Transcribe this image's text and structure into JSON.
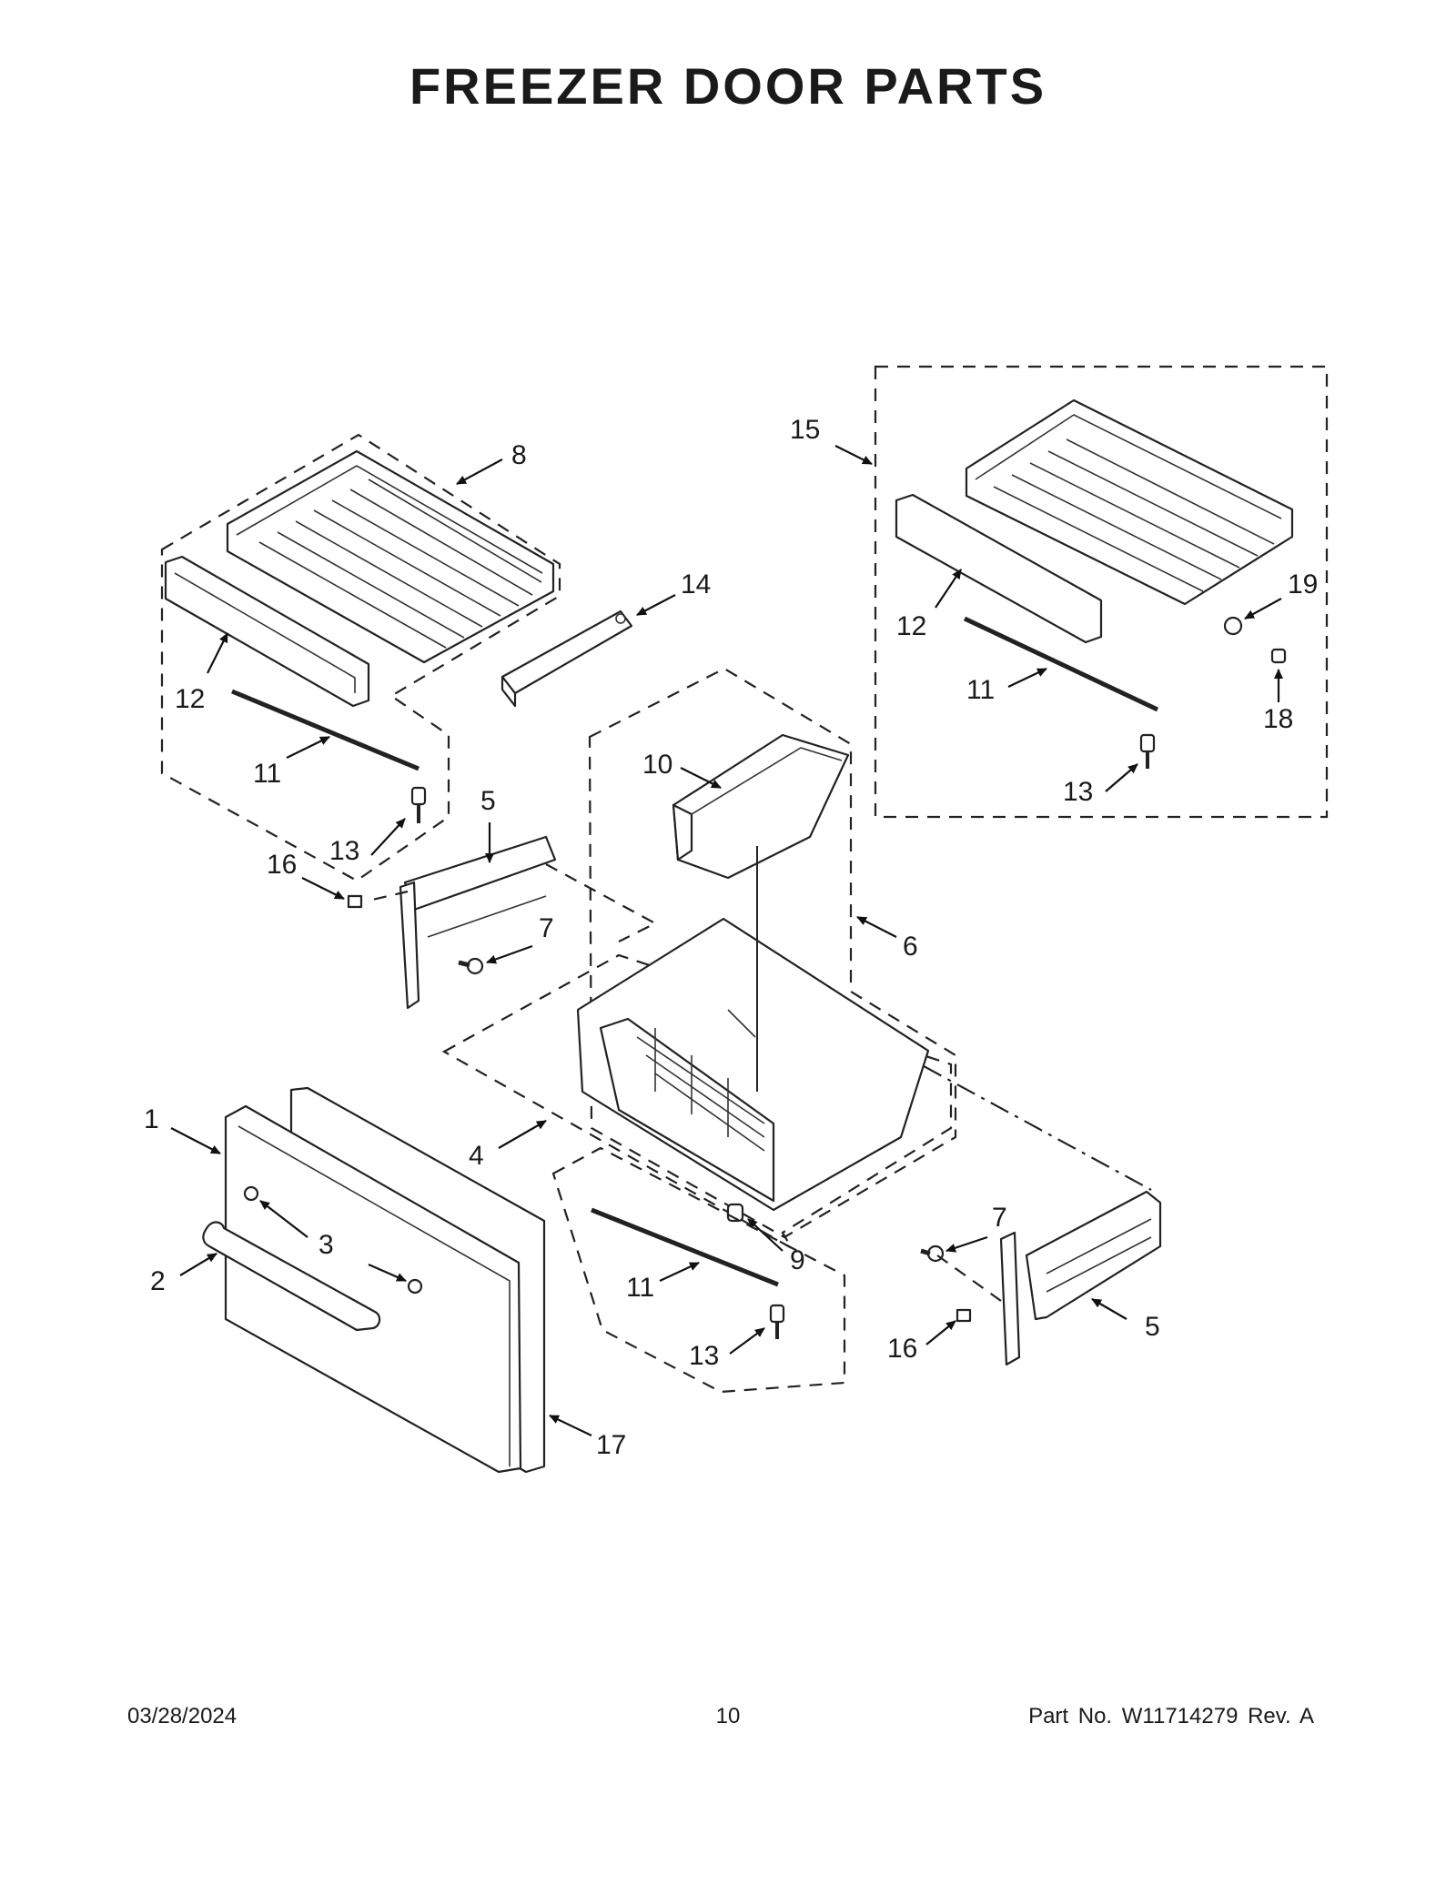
{
  "page": {
    "title": "FREEZER DOOR PARTS",
    "footer": {
      "date": "03/28/2024",
      "page_number": "10",
      "part_number": "Part No.  W11714279  Rev.  A"
    }
  },
  "diagram": {
    "callouts": {
      "c1": "1",
      "c2": "2",
      "c3": "3",
      "c4": "4",
      "c5a": "5",
      "c5b": "5",
      "c6": "6",
      "c7a": "7",
      "c7b": "7",
      "c8": "8",
      "c9": "9",
      "c10": "10",
      "c11a": "11",
      "c11b": "11",
      "c11c": "11",
      "c12a": "12",
      "c12b": "12",
      "c13a": "13",
      "c13b": "13",
      "c13c": "13",
      "c14": "14",
      "c15": "15",
      "c16a": "16",
      "c16b": "16",
      "c17": "17",
      "c18": "18",
      "c19": "19"
    }
  }
}
